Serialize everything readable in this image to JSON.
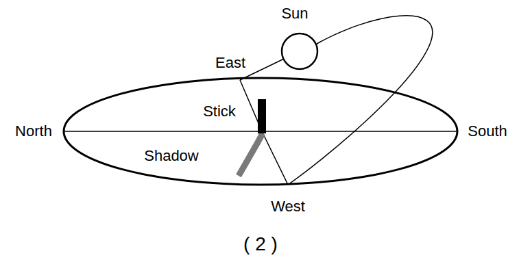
{
  "diagram": {
    "caption": "( 2 )",
    "nodes": [
      {
        "text": [
          "Sun"
        ]
      }
    ],
    "labels": [
      "East",
      "North",
      "Stick",
      "South",
      "Shadow",
      "West"
    ]
  }
}
